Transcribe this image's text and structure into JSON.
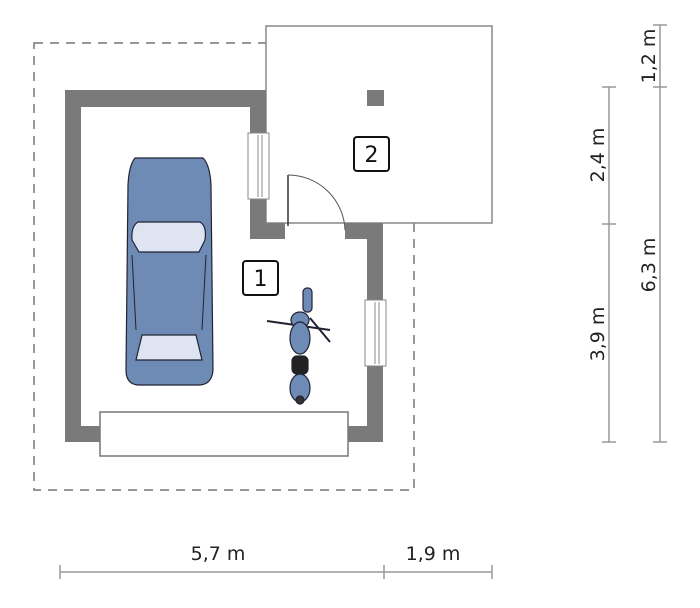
{
  "rooms": [
    {
      "number": "1"
    },
    {
      "number": "2"
    }
  ],
  "dimensions": {
    "horizontal": [
      "5,7 m",
      "1,9 m"
    ],
    "vertical_inner": [
      "2,4 m",
      "3,9 m"
    ],
    "vertical_outer": [
      "1,2 m",
      "6,3 m"
    ]
  },
  "colors": {
    "wall": "#7a7a7a",
    "car": "#6d8bb5",
    "car_glass": "#dfe4f2",
    "dim_line": "#999999"
  }
}
